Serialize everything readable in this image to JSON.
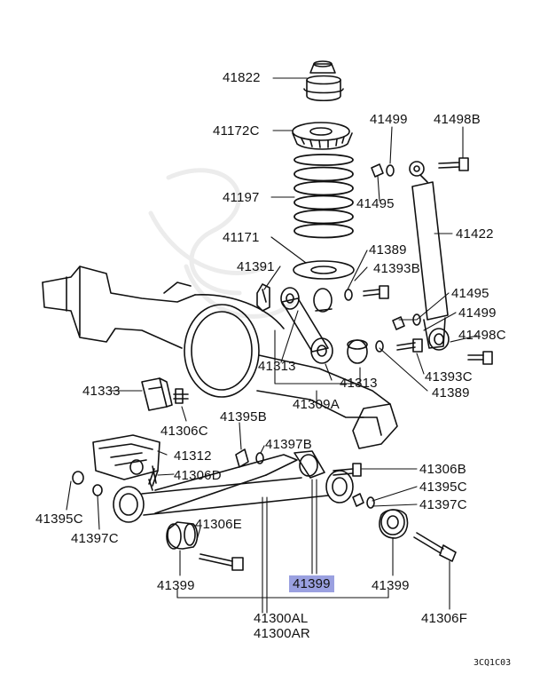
{
  "diagram": {
    "highlight_color": "#9aa0e0",
    "line_color": "#111111",
    "highlighted_part": "41399",
    "figure_code": "3CQ1C03",
    "parts": {
      "p41822": "41822",
      "p41172c": "41172C",
      "p41197": "41197",
      "p41171": "41171",
      "p41391": "41391",
      "p41499_top": "41499",
      "p41498b": "41498B",
      "p41495_top": "41495",
      "p41422": "41422",
      "p41389_top": "41389",
      "p41393b": "41393B",
      "p41495_mid": "41495",
      "p41499_mid": "41499",
      "p41498c": "41498C",
      "p41393c": "41393C",
      "p41389_bot": "41389",
      "p41313_left": "41313",
      "p41313_right": "41313",
      "p41309a": "41309A",
      "p41333": "41333",
      "p41306c": "41306C",
      "p41395b": "41395B",
      "p41397b": "41397B",
      "p41312": "41312",
      "p41306d": "41306D",
      "p41306b": "41306B",
      "p41395c_right": "41395C",
      "p41397c": "41397C",
      "p41395c_left": "41395C",
      "p41397c_left": "41397C",
      "p41306e": "41306E",
      "p41399_left": "41399",
      "p41399_center": "41399",
      "p41399_right": "41399",
      "p41300al": "41300AL",
      "p41300ar": "41300AR",
      "p41306f": "41306F"
    }
  }
}
